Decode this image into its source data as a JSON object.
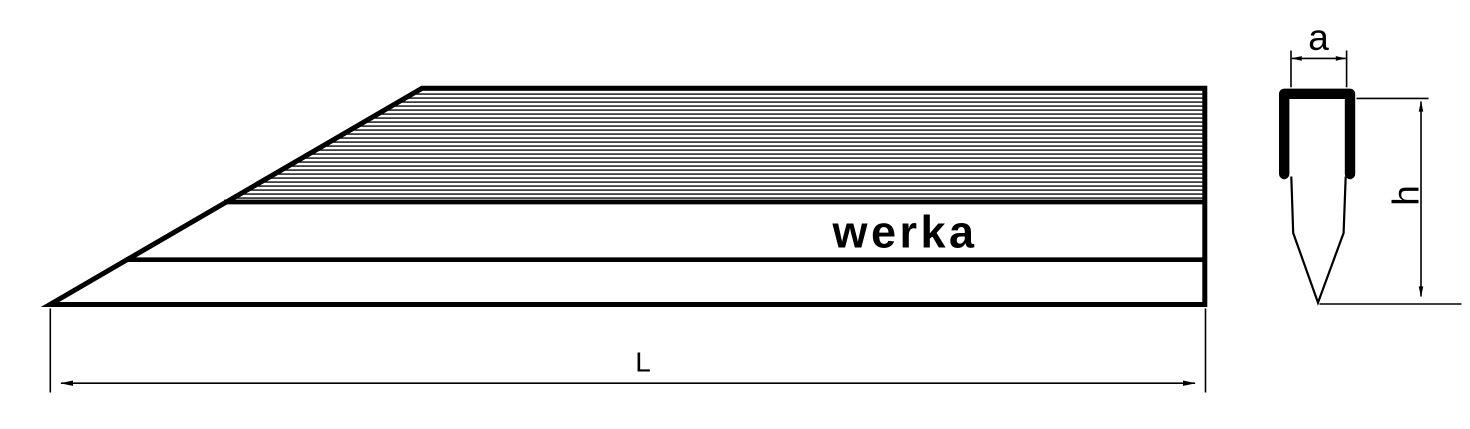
{
  "colors": {
    "ink": "#000000",
    "background": "#ffffff"
  },
  "views": {
    "perspective": {
      "brand_label": "werka",
      "length_label": "L"
    },
    "cross_section": {
      "width_label": "a",
      "height_label": "h"
    }
  }
}
